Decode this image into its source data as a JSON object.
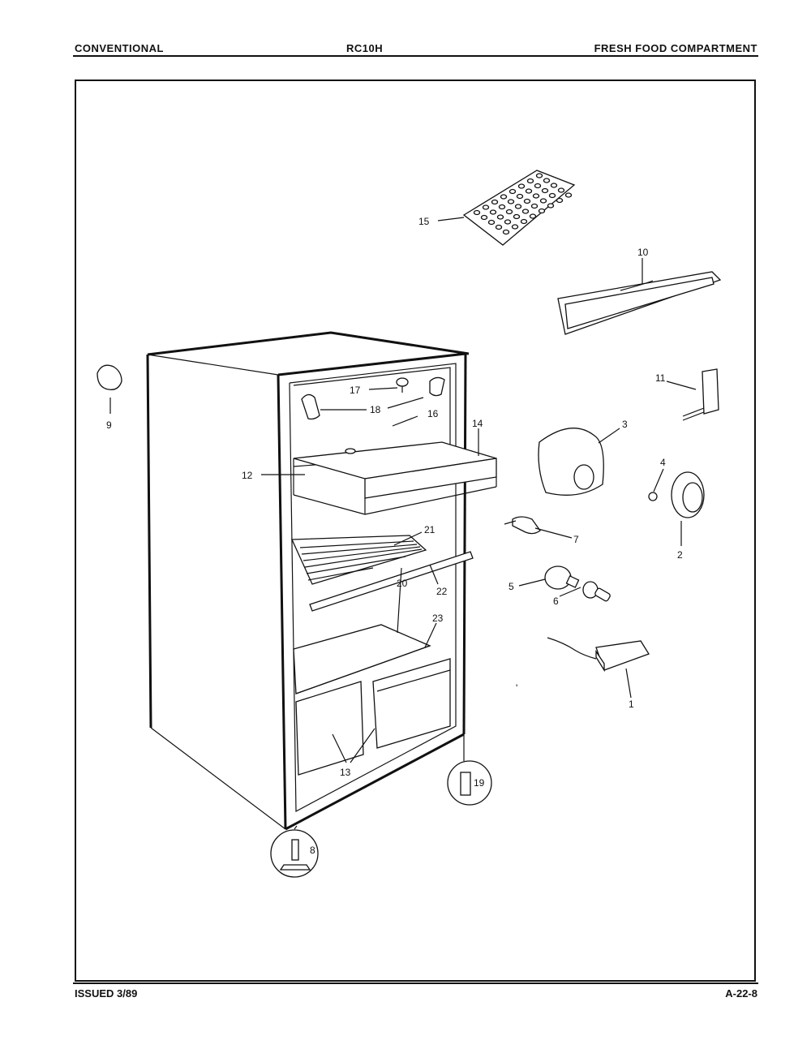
{
  "header": {
    "left": "CONVENTIONAL",
    "center": "RC10H",
    "right": "FRESH FOOD COMPARTMENT"
  },
  "footer": {
    "left": "ISSUED 3/89",
    "right": "A-22-8"
  },
  "callouts": {
    "c1": "1",
    "c2": "2",
    "c3": "3",
    "c4": "4",
    "c5": "5",
    "c6": "6",
    "c7": "7",
    "c8": "8",
    "c9": "9",
    "c10": "10",
    "c11": "11",
    "c12": "12",
    "c13": "13",
    "c14": "14",
    "c15": "15",
    "c16": "16",
    "c17": "17",
    "c18": "18",
    "c19": "19",
    "c20": "20",
    "c21": "21",
    "c22": "22",
    "c23": "23"
  }
}
